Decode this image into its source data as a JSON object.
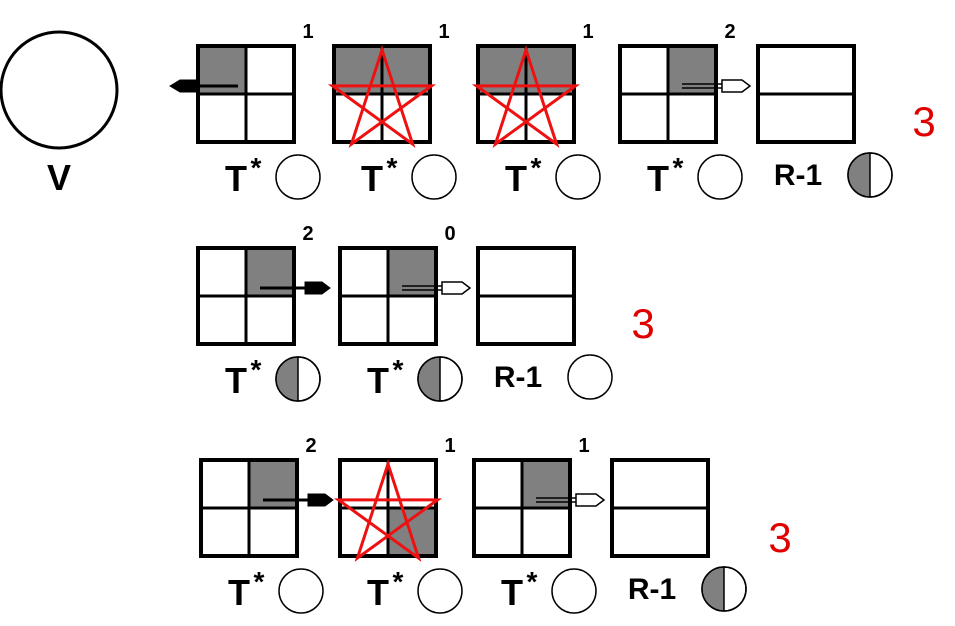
{
  "colors": {
    "shade": "#808080",
    "outline": "#000000",
    "star": "#ee1111",
    "score": "#e00000"
  },
  "legend": {
    "circle_label": "V"
  },
  "rows": [
    {
      "score": "3",
      "cells": [
        {
          "kind": "grid",
          "shaded": [
            0
          ],
          "star": false,
          "arrow": "black-left",
          "number": "1",
          "label": "T",
          "sup": "*",
          "circle": "empty"
        },
        {
          "kind": "grid",
          "shaded": [
            0,
            1
          ],
          "star": true,
          "arrow": "none",
          "number": "1",
          "label": "T",
          "sup": "*",
          "circle": "empty"
        },
        {
          "kind": "grid",
          "shaded": [
            0,
            1
          ],
          "star": true,
          "arrow": "none",
          "number": "1",
          "label": "T",
          "sup": "*",
          "circle": "empty"
        },
        {
          "kind": "grid",
          "shaded": [
            1
          ],
          "star": false,
          "arrow": "white-right",
          "number": "2",
          "label": "T",
          "sup": "*",
          "circle": "empty"
        },
        {
          "kind": "rect",
          "label": "R-1",
          "sup": "",
          "circle": "half"
        }
      ]
    },
    {
      "score": "3",
      "cells": [
        {
          "kind": "grid",
          "shaded": [
            1
          ],
          "star": false,
          "arrow": "black-right",
          "number": "2",
          "label": "T",
          "sup": "*",
          "circle": "half"
        },
        {
          "kind": "grid",
          "shaded": [
            1
          ],
          "star": false,
          "arrow": "white-right",
          "number": "0",
          "label": "T",
          "sup": "*",
          "circle": "half"
        },
        {
          "kind": "rect",
          "label": "R-1",
          "sup": "",
          "circle": "empty"
        }
      ]
    },
    {
      "score": "3",
      "cells": [
        {
          "kind": "grid",
          "shaded": [
            1
          ],
          "star": false,
          "arrow": "black-right",
          "number": "2",
          "label": "T",
          "sup": "*",
          "circle": "empty"
        },
        {
          "kind": "grid",
          "shaded": [
            3
          ],
          "star": true,
          "arrow": "none",
          "number": "1",
          "label": "T",
          "sup": "*",
          "circle": "empty"
        },
        {
          "kind": "grid",
          "shaded": [
            1
          ],
          "star": false,
          "arrow": "white-right",
          "number": "1",
          "label": "T",
          "sup": "*",
          "circle": "empty"
        },
        {
          "kind": "rect",
          "label": "R-1",
          "sup": "",
          "circle": "half"
        }
      ]
    }
  ]
}
